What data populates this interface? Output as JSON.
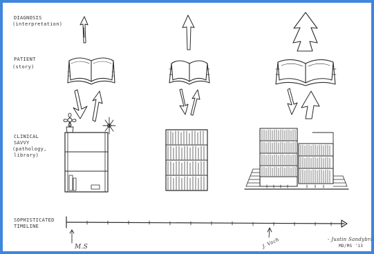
{
  "labels": {
    "diagnosis": "DIAGNOSIS",
    "diagnosis_sub": "(interpretation)",
    "patient": "PATIENT",
    "patient_sub": "(story)",
    "clinical_1": "CLINICAL",
    "clinical_2": "SAVVY",
    "clinical_3": "(pathology,",
    "clinical_4": "library)",
    "timeline_1": "SOPHISTICATED",
    "timeline_2": "TIMELINE"
  },
  "timeline": {
    "marker_left": "M.S",
    "marker_mid": "J. Vach"
  },
  "signature": {
    "name": "- Justin Sandybrk",
    "line2": "MD/MS '13"
  }
}
